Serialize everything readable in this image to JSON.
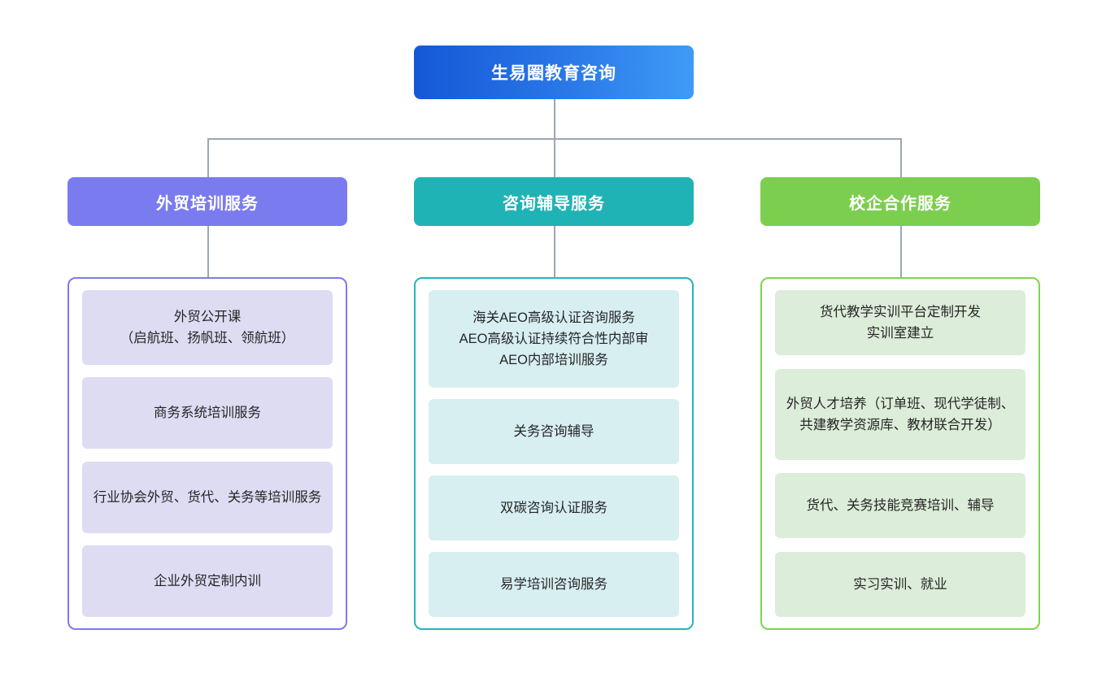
{
  "chart_data": {
    "type": "tree",
    "title": "生易圈教育咨询 组织服务结构图",
    "orientation": "top-down",
    "levels": 3,
    "root": "生易圈教育咨询",
    "branch_count": 3,
    "branches": [
      {
        "label": "外贸培训服务",
        "color": "#7b7bf0",
        "item_count": 4,
        "items": [
          "外贸公开课\n（启航班、扬帆班、领航班）",
          "商务系统培训服务",
          "行业协会外贸、货代、关务等培训服务",
          "企业外贸定制内训"
        ]
      },
      {
        "label": "咨询辅导服务",
        "color": "#1fb3b6",
        "item_count": 4,
        "items": [
          "海关AEO高级认证咨询服务\nAEO高级认证持续符合性内部审\nAEO内部培训服务",
          "关务咨询辅导",
          "双碳咨询认证服务",
          "易学培训咨询服务"
        ]
      },
      {
        "label": "校企合作服务",
        "color": "#7cce4e",
        "item_count": 4,
        "items": [
          "货代教学实训平台定制开发\n实训室建立",
          "外贸人才培养（订单班、现代学徒制、共建教学资源库、教材联合开发）",
          "货代、关务技能竞赛培训、辅导",
          "实习实训、就业"
        ]
      }
    ]
  },
  "root": {
    "label": "生易圈教育咨询",
    "gradient_from": "#1558d6",
    "gradient_to": "#3f9bf6"
  },
  "connector": {
    "color": "#9aa7b4"
  },
  "branches": [
    {
      "label": "外贸培训服务",
      "header_color": "#7b7bf0",
      "panel_border": "#7b7bf0",
      "item_fill": "#dedcf3",
      "items": [
        "外贸公开课\n（启航班、扬帆班、领航班）",
        "商务系统培训服务",
        "行业协会外贸、货代、关务等培训服务",
        "企业外贸定制内训"
      ]
    },
    {
      "label": "咨询辅导服务",
      "header_color": "#1fb3b6",
      "panel_border": "#22b6ba",
      "item_fill": "#d7eff1",
      "items": [
        "海关AEO高级认证咨询服务\nAEO高级认证持续符合性内部审\nAEO内部培训服务",
        "关务咨询辅导",
        "双碳咨询认证服务",
        "易学培训咨询服务"
      ]
    },
    {
      "label": "校企合作服务",
      "header_color": "#7cce4e",
      "panel_border": "#7ed44d",
      "item_fill": "#dcedd9",
      "items": [
        "货代教学实训平台定制开发\n实训室建立",
        "外贸人才培养（订单班、现代学徒制、共建教学资源库、教材联合开发）",
        "货代、关务技能竞赛培训、辅导",
        "实习实训、就业"
      ]
    }
  ]
}
